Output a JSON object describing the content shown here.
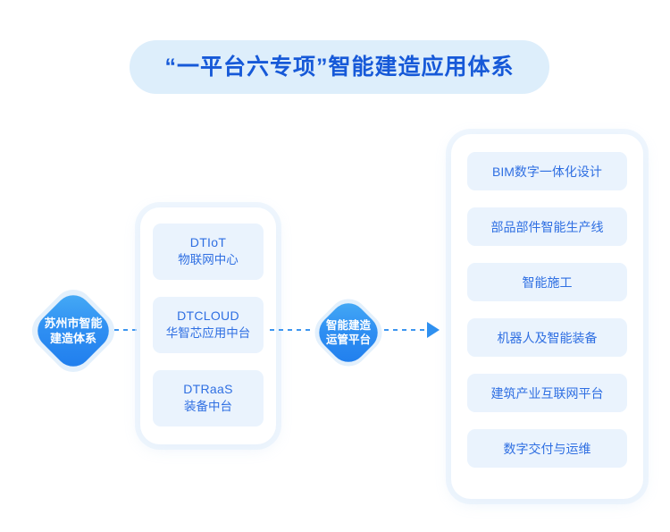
{
  "header": {
    "title": "“一平台六专项”智能建造应用体系"
  },
  "colors": {
    "accent": "#1659d8",
    "node_blue": "#2f8ff2",
    "card_bg": "#eaf3fd",
    "banner_bg": "#ddeefb",
    "label_blue": "#2f6fe2",
    "dash_blue": "#3d96f0"
  },
  "nodes": {
    "left": {
      "line1": "苏州市智能",
      "line2": "建造体系"
    },
    "middle": {
      "line1": "智能建造",
      "line2": "运管平台"
    }
  },
  "middle_panel": {
    "cards": [
      {
        "code": "DTIoT",
        "name": "物联网中心"
      },
      {
        "code": "DTCLOUD",
        "name": "华智芯应用中台"
      },
      {
        "code": "DTRaaS",
        "name": "装备中台"
      }
    ]
  },
  "right_panel": {
    "items": [
      {
        "label": "BIM数字一体化设计"
      },
      {
        "label": "部品部件智能生产线"
      },
      {
        "label": "智能施工"
      },
      {
        "label": "机器人及智能装备"
      },
      {
        "label": "建筑产业互联网平台"
      },
      {
        "label": "数字交付与运维"
      }
    ]
  },
  "connectors": {
    "arrow_icon": "arrow-right-icon"
  }
}
